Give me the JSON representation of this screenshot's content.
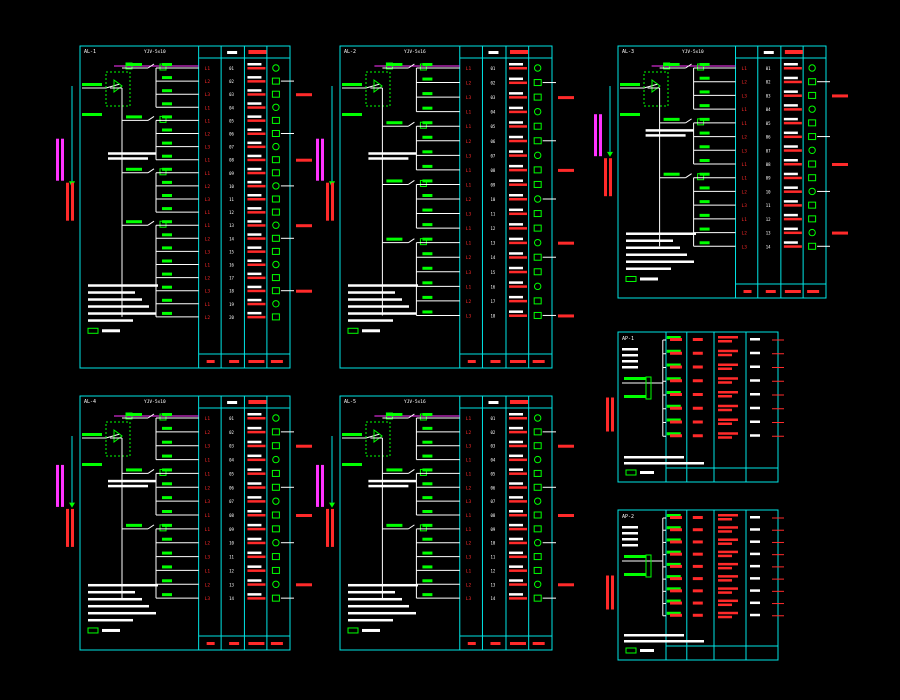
{
  "drawing": {
    "background": "#000000",
    "colors": {
      "frame": "#00e5e5",
      "wire": "#ffffff",
      "breaker": "#00ff00",
      "text_red": "#ff2a2a",
      "text_magenta": "#ff33ff",
      "text_white": "#ffffff",
      "terminal": "#00ff00"
    },
    "labels": {
      "panel_a": "AL-1",
      "panel_b": "AL-2",
      "panel_c": "AL-3",
      "panel_d": "AL-4",
      "panel_e": "AL-5",
      "panel_f": "AP-1",
      "panel_g": "AP-2",
      "foot_1": "备注",
      "foot_2": "回路编号",
      "foot_3": "用途",
      "foot_4": "功率",
      "row_sample_a": "L1",
      "row_sample_b": "L2",
      "row_sample_c": "L3",
      "breaker_sample": "C16/1P",
      "incoming_a": "YJV-5x10",
      "incoming_b": "YJV-5x16"
    }
  }
}
